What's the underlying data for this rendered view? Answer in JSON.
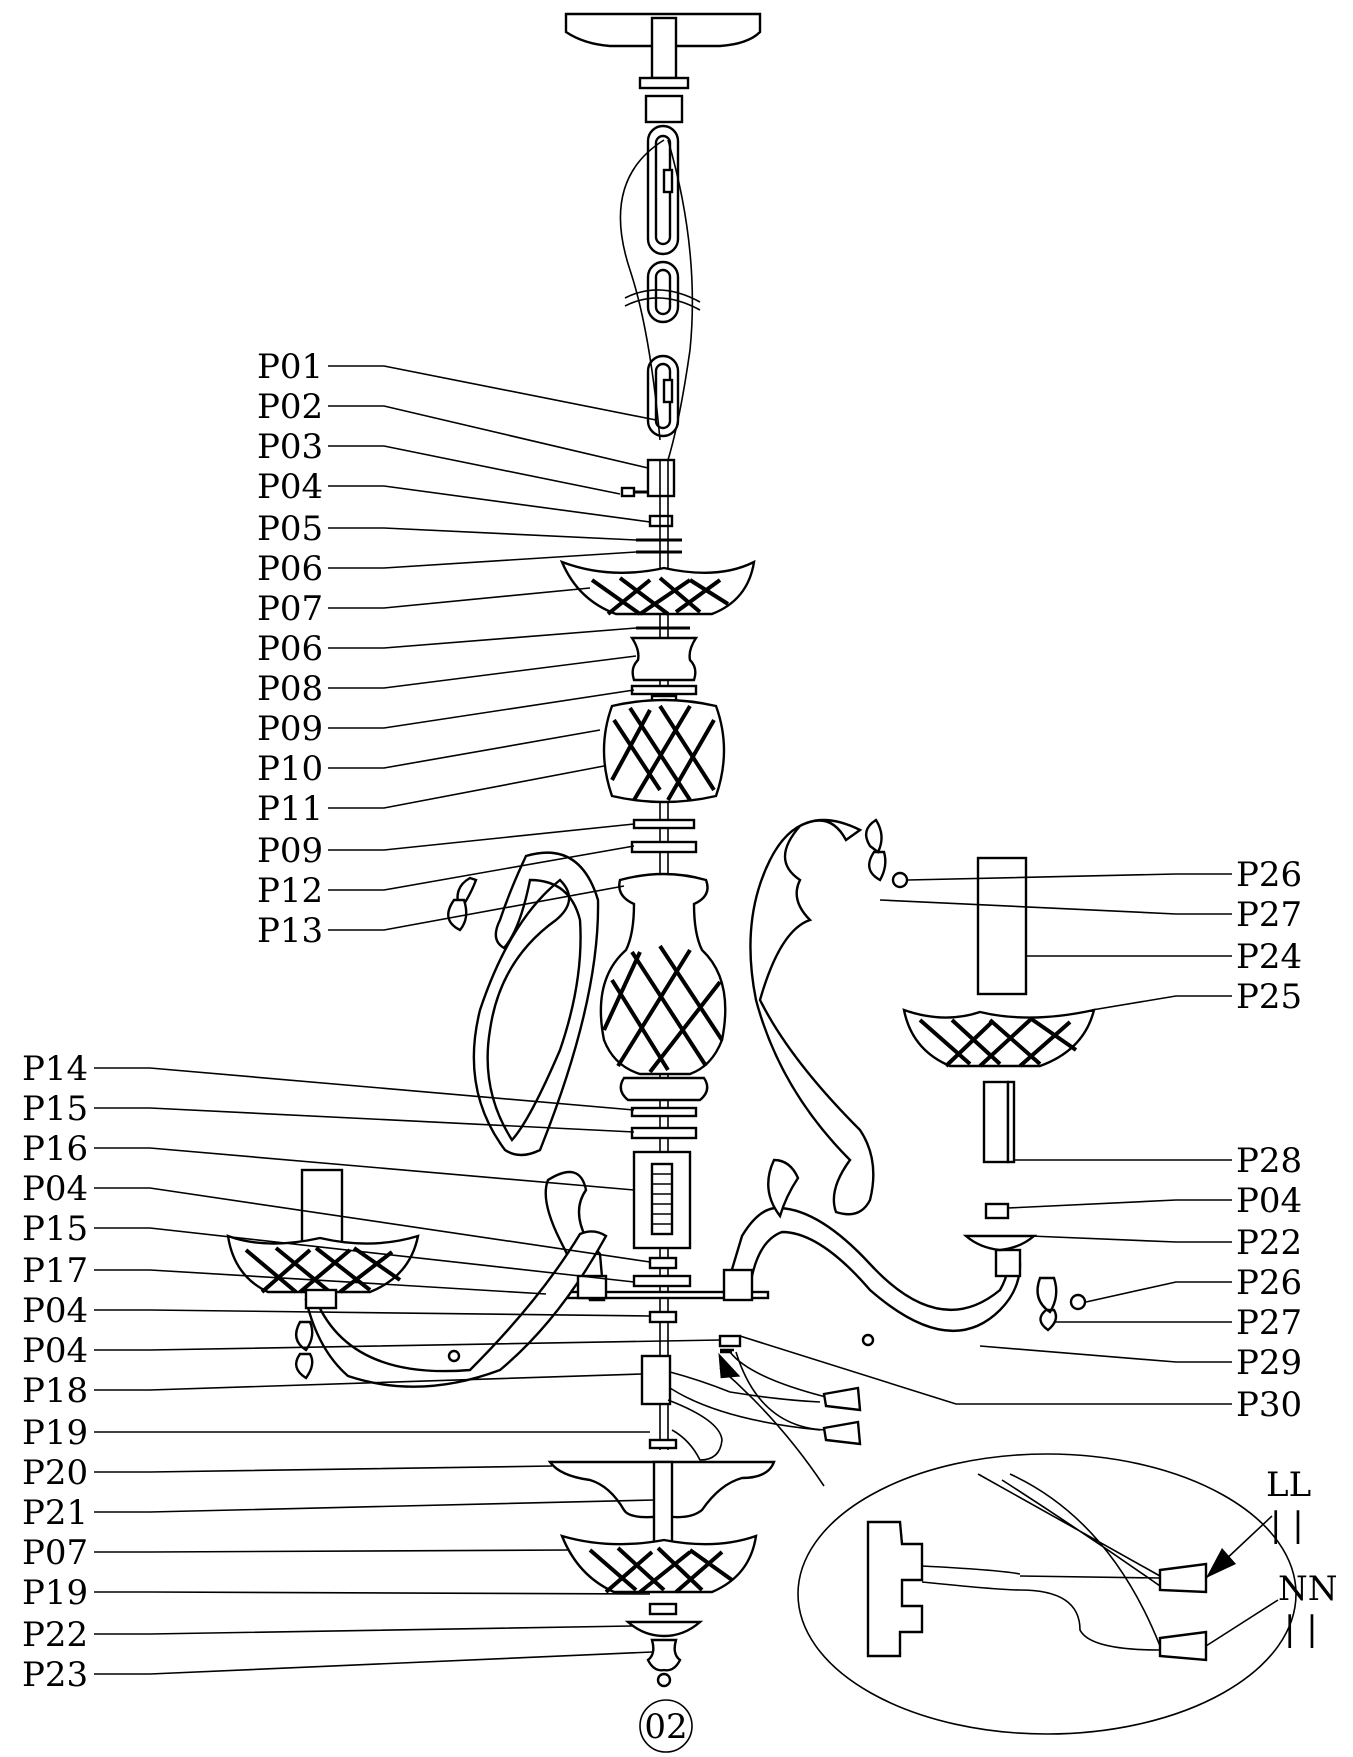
{
  "diagram": {
    "left_labels": [
      "P01",
      "P02",
      "P03",
      "P04",
      "P05",
      "P06",
      "P07",
      "P06",
      "P08",
      "P09",
      "P10",
      "P11",
      "P09",
      "P12",
      "P13"
    ],
    "lower_left_labels": [
      "P14",
      "P15",
      "P16",
      "P04",
      "P15",
      "P17",
      "P04",
      "P04",
      "P18",
      "P19",
      "P20",
      "P21",
      "P07",
      "P19",
      "P22",
      "P23"
    ],
    "right_labels": [
      "P26",
      "P27",
      "P24",
      "P25",
      "P28",
      "P04",
      "P22",
      "P26",
      "P27",
      "P29",
      "P30"
    ],
    "wire_labels": {
      "live": "LL",
      "live_bars": "| |",
      "neutral": "NN",
      "neutral_bars": "| |"
    },
    "page_number": "02"
  }
}
